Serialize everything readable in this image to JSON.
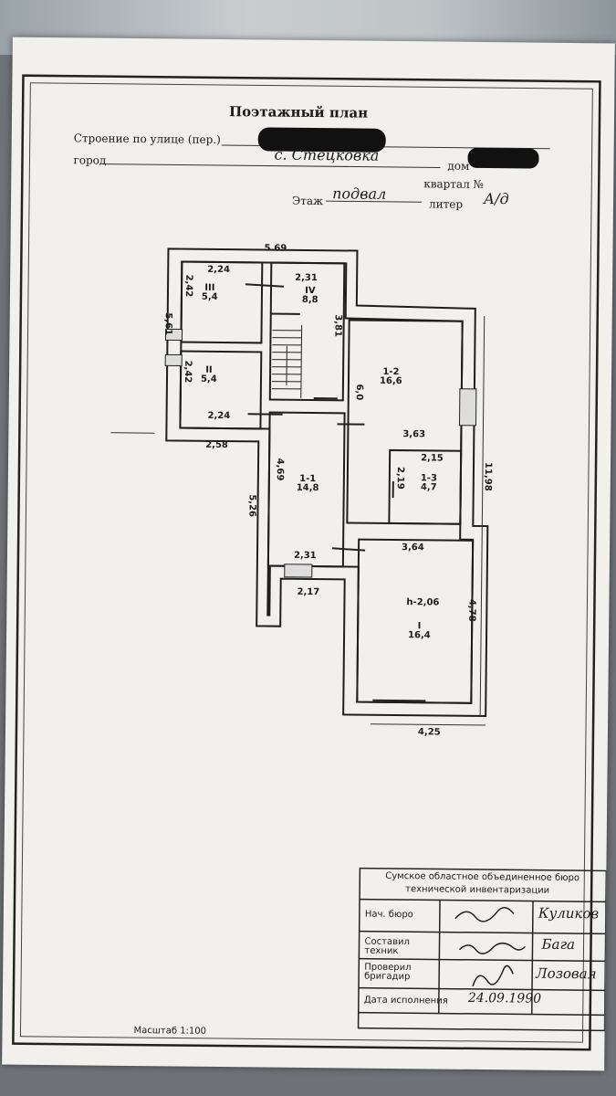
{
  "header": {
    "title": "Поэтажный план",
    "street_label": "Строение по улице (пер.)",
    "city_label": "город",
    "city_value": "с. Стецковка",
    "house_label": "дом",
    "block_label": "квартал №",
    "floor_label": "Этаж",
    "floor_value": "подвал",
    "letter_label": "литер",
    "letter_value": "А/д"
  },
  "plan": {
    "rooms": [
      {
        "id": "III",
        "area": "5,4"
      },
      {
        "id": "IV",
        "area": "8,8"
      },
      {
        "id": "II",
        "area": "5,4"
      },
      {
        "id": "1-2",
        "area": "16,6"
      },
      {
        "id": "1-1",
        "area": "14,8"
      },
      {
        "id": "1-3",
        "area": "4,7"
      },
      {
        "id": "I",
        "area": "16,4"
      }
    ],
    "dims": {
      "top_total": "5.69",
      "r3_width": "2,24",
      "r3_height": "2,42",
      "r4_width": "2,31",
      "r4_height": "3,81",
      "left_side": "5,61",
      "r2_height": "2,42",
      "r2_width": "2,24",
      "step": "2,58",
      "r12_height": "6,0",
      "r12_width": "3,63",
      "r11_height": "4,69",
      "r11_width": "2,31",
      "r13_width": "2,15",
      "r13_height": "2,19",
      "right_total": "11,98",
      "left_lower": "5,26",
      "rI_width": "3,64",
      "lower_width": "2,17",
      "ceiling_height": "h-2,06",
      "rI_height": "4,78",
      "bottom_total": "4,25"
    }
  },
  "stamp": {
    "org_line1": "Сумское областное объединенное бюро",
    "org_line2": "технической инвентаризации",
    "rows": [
      {
        "role": "Нач. бюро",
        "name": "Куликов"
      },
      {
        "role": "Составил техник",
        "name": "Бага"
      },
      {
        "role": "Проверил бригадир",
        "name": "Лозовая"
      }
    ],
    "date_label": "Дата исполнения",
    "date_value": "24.09.1990"
  },
  "footer": {
    "scale": "Масштаб 1:100"
  }
}
